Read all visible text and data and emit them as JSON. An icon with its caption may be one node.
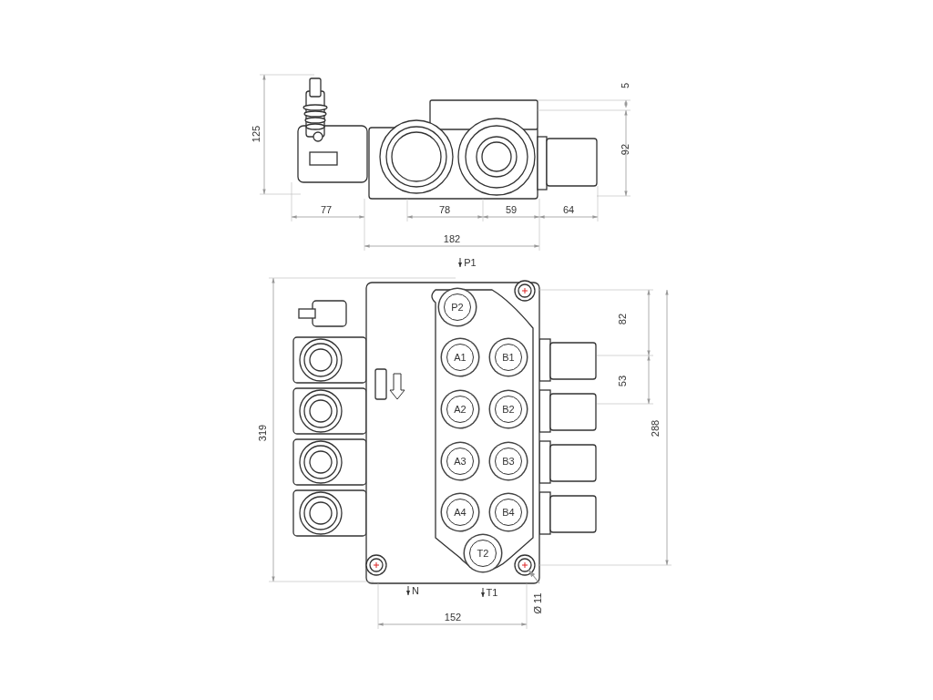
{
  "diagram": {
    "nodes": [
      {
        "text": [
          "P2"
        ]
      },
      {
        "text": [
          "A1"
        ]
      },
      {
        "text": [
          "B1"
        ]
      },
      {
        "text": [
          "A2"
        ]
      },
      {
        "text": [
          "B2"
        ]
      },
      {
        "text": [
          "A3"
        ]
      },
      {
        "text": [
          "B3"
        ]
      },
      {
        "text": [
          "A4"
        ]
      },
      {
        "text": [
          "B4"
        ]
      },
      {
        "text": [
          "T2"
        ]
      }
    ],
    "labels": [
      "125",
      "5",
      "92",
      "77",
      "78",
      "59",
      "64",
      "182",
      "P1",
      "82",
      "53",
      "319",
      "288",
      "N",
      "T1",
      "152",
      "Ø 11"
    ]
  }
}
